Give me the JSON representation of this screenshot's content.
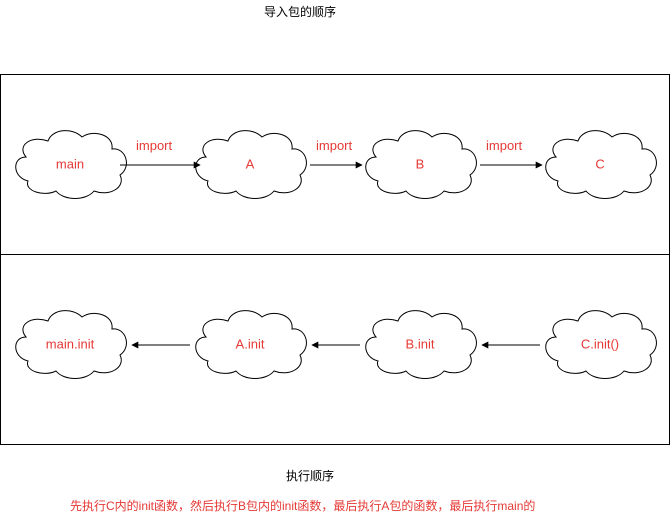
{
  "title": "导入包的顺序",
  "import_row": {
    "nodes": [
      "main",
      "A",
      "B",
      "C"
    ],
    "edge_label": "import"
  },
  "init_row": {
    "nodes": [
      "main.init",
      "A.init",
      "B.init",
      "C.init()"
    ]
  },
  "caption": "执行顺序",
  "note": "先执行C内的init函数，然后执行B包内的init函数，最后执行A包的函数，最后执行main的",
  "colors": {
    "label_red": "#e53935",
    "stroke": "#000000"
  }
}
